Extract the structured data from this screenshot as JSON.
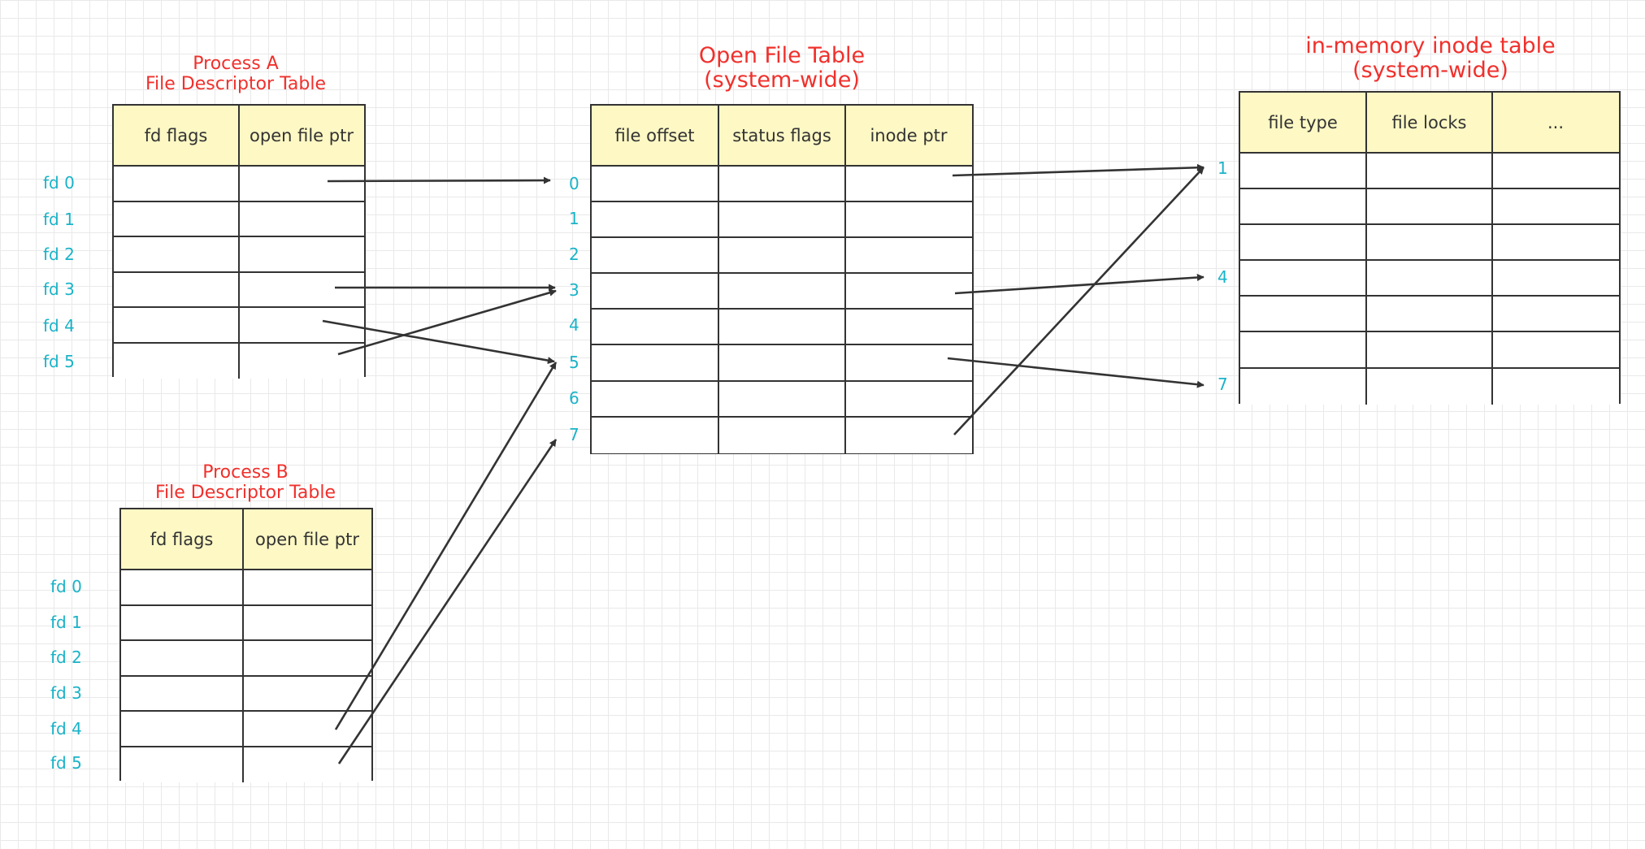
{
  "process_a": {
    "title_line1": "Process A",
    "title_line2": "File Descriptor Table",
    "columns": [
      "fd flags",
      "open file ptr"
    ],
    "row_labels": [
      "fd 0",
      "fd 1",
      "fd 2",
      "fd 3",
      "fd 4",
      "fd 5"
    ]
  },
  "process_b": {
    "title_line1": "Process B",
    "title_line2": "File Descriptor Table",
    "columns": [
      "fd flags",
      "open file ptr"
    ],
    "row_labels": [
      "fd 0",
      "fd 1",
      "fd 2",
      "fd 3",
      "fd 4",
      "fd 5"
    ]
  },
  "open_file_table": {
    "title_line1": "Open File Table",
    "title_line2": "(system-wide)",
    "columns": [
      "file offset",
      "status flags",
      "inode ptr"
    ],
    "row_labels": [
      "0",
      "1",
      "2",
      "3",
      "4",
      "5",
      "6",
      "7"
    ]
  },
  "inode_table": {
    "title_line1": "in-memory inode table",
    "title_line2": "(system-wide)",
    "columns": [
      "file type",
      "file locks",
      "..."
    ],
    "row_labels": [
      "1",
      "4",
      "7"
    ]
  },
  "colors": {
    "title": "#f0302c",
    "index_label": "#1ab3c8",
    "header_fill": "#fdf8c4",
    "border": "#333333"
  },
  "edges": [
    {
      "from": "process-a-fd-0",
      "to": "open-file-0"
    },
    {
      "from": "process-a-fd-3",
      "to": "open-file-3"
    },
    {
      "from": "process-a-fd-4",
      "to": "open-file-5"
    },
    {
      "from": "process-a-fd-5",
      "to": "open-file-3"
    },
    {
      "from": "process-b-fd-4",
      "to": "open-file-5"
    },
    {
      "from": "process-b-fd-5",
      "to": "open-file-7"
    },
    {
      "from": "open-file-0",
      "to": "inode-1"
    },
    {
      "from": "open-file-3",
      "to": "inode-4"
    },
    {
      "from": "open-file-5",
      "to": "inode-7"
    },
    {
      "from": "open-file-7",
      "to": "inode-1"
    }
  ]
}
